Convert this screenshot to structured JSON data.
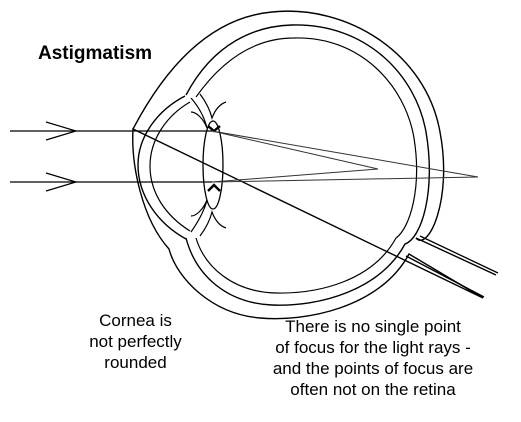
{
  "diagram": {
    "title": "Astigmatism",
    "captions": {
      "cornea": [
        "Cornea is",
        "not perfectly",
        "rounded"
      ],
      "focus": [
        "There is no single point",
        "of focus for the light rays -",
        "and the points of focus are",
        "often not on the retina"
      ]
    },
    "colors": {
      "ink": "#000000",
      "ray": "#555555",
      "background": "#ffffff"
    }
  }
}
